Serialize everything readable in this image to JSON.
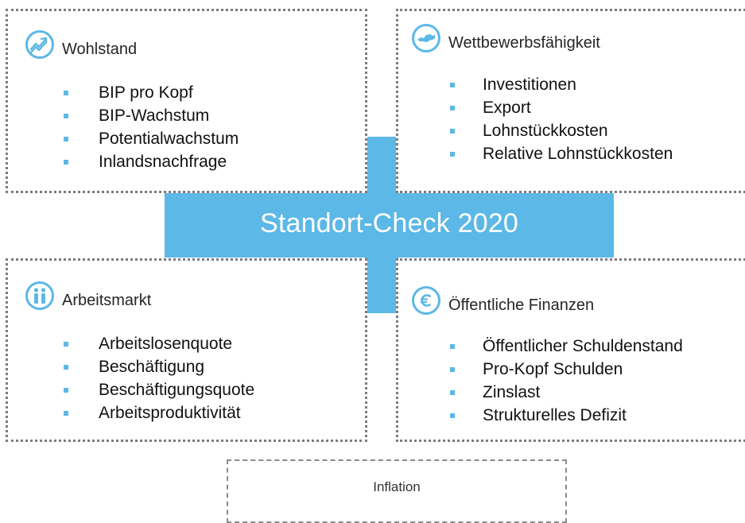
{
  "center_title": "Standort-Check 2020",
  "quadrants": {
    "wohlstand": {
      "title": "Wohlstand",
      "icon": "trend-up-icon",
      "items": [
        "BIP pro Kopf",
        "BIP-Wachstum",
        "Potentialwachstum",
        "Inlandsnachfrage"
      ]
    },
    "wettbewerb": {
      "title": "Wettbewerbsfähigkeit",
      "icon": "austria-map-icon",
      "items": [
        "Investitionen",
        "Export",
        "Lohnstückkosten",
        "Relative Lohnstückkosten"
      ]
    },
    "arbeitsmarkt": {
      "title": "Arbeitsmarkt",
      "icon": "people-icon",
      "items": [
        "Arbeitslosenquote",
        "Beschäftigung",
        "Beschäftigungsquote",
        "Arbeitsproduktivität"
      ]
    },
    "finanzen": {
      "title": "Öffentliche Finanzen",
      "icon": "euro-icon",
      "items": [
        "Öffentlicher Schuldenstand",
        "Pro-Kopf Schulden",
        "Zinslast",
        "Strukturelles Defizit"
      ]
    }
  },
  "inflation_label": "Inflation",
  "colors": {
    "accent": "#5cb8e6",
    "border": "#7b7b7b"
  }
}
